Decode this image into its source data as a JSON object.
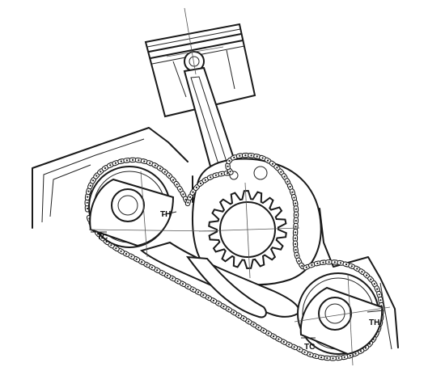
{
  "labels": {
    "intake_th": "TH",
    "intake_tc": "TC",
    "exhaust_th": "TH",
    "exhaust_tc": "TC"
  },
  "colors": {
    "ink": "#1a1a1a",
    "paper": "#ffffff"
  }
}
